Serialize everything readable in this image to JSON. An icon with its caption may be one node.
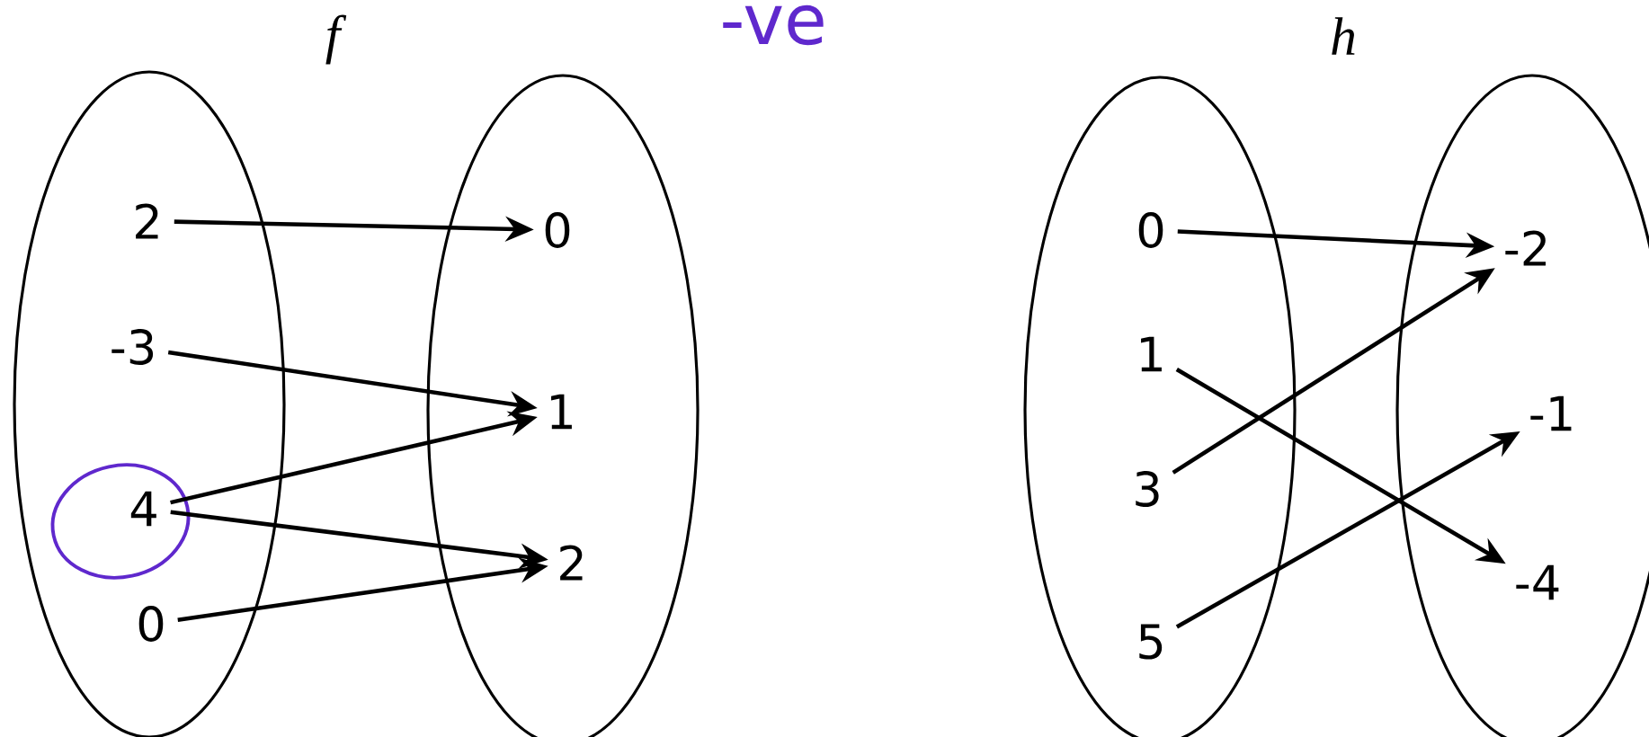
{
  "diagram": {
    "nodes": [
      {
        "text": [],
        "shape": "ellipse"
      },
      {
        "text": [
          "2"
        ],
        "in": 0
      },
      {
        "text": [
          "-3"
        ],
        "in": 0
      },
      {
        "text": [
          "4"
        ],
        "in": 0
      },
      {
        "text": [
          "0"
        ],
        "in": 0
      },
      {
        "text": [],
        "shape": "ellipse"
      },
      {
        "text": [
          "0"
        ],
        "in": 5
      },
      {
        "text": [
          "1"
        ],
        "in": 5
      },
      {
        "text": [
          "2"
        ],
        "in": 5
      },
      {
        "text": [],
        "shape": "ellipse"
      },
      {
        "text": [
          "0"
        ],
        "in": 9
      },
      {
        "text": [
          "1"
        ],
        "in": 9
      },
      {
        "text": [
          "3"
        ],
        "in": 9
      },
      {
        "text": [
          "5"
        ],
        "in": 9
      },
      {
        "text": [],
        "shape": "ellipse"
      },
      {
        "text": [
          "-2"
        ],
        "in": 14
      },
      {
        "text": [
          "-1"
        ],
        "in": 14
      },
      {
        "text": [
          "-4"
        ],
        "in": 14
      }
    ],
    "edges": [
      {
        "from": 1,
        "to": 6,
        "arrow": "to"
      },
      {
        "from": 2,
        "to": 7,
        "arrow": "to"
      },
      {
        "from": 3,
        "to": 7,
        "arrow": "to"
      },
      {
        "from": 3,
        "to": 8,
        "arrow": "to"
      },
      {
        "from": 4,
        "to": 8,
        "arrow": "to"
      },
      {
        "from": 10,
        "to": 15,
        "arrow": "to"
      },
      {
        "from": 11,
        "to": 17,
        "arrow": "to"
      },
      {
        "from": 12,
        "to": 15,
        "arrow": "to"
      },
      {
        "from": 13,
        "to": 16,
        "arrow": "to"
      }
    ],
    "labels": [
      "f",
      "-ve",
      "h"
    ]
  }
}
